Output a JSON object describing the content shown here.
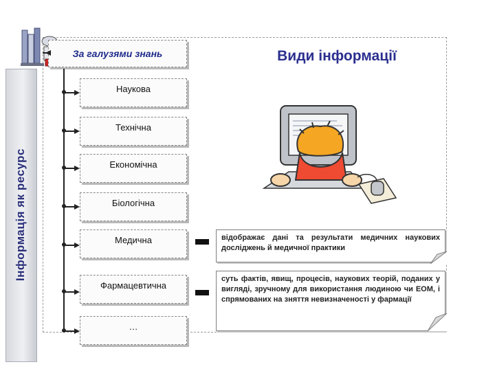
{
  "header": {
    "category_label": "За галузями знань",
    "title": "Види інформації"
  },
  "side_bar": {
    "label": "Інформація як ресурс"
  },
  "categories": [
    {
      "label": "Наукова"
    },
    {
      "label": "Технічна"
    },
    {
      "label": "Економічна"
    },
    {
      "label": "Біологічна"
    },
    {
      "label": "Медична"
    },
    {
      "label": "Фармацевтична"
    },
    {
      "label": "…"
    }
  ],
  "definitions": {
    "medical": "відображає дані та результати медичних наукових досліджень й медичної практики",
    "pharma": "суть фактів, явищ, процесів, наукових теорій, поданих у вигляді, зручному для використання людиною чи ЕОМ, і спрямованих на зняття невизначеності у фармації"
  },
  "illustration": {
    "icon": "person-at-computer-icon"
  },
  "colors": {
    "title": "#2b2f8f",
    "side_label": "#2b2f7a",
    "accent_orange": "#f5a623"
  }
}
